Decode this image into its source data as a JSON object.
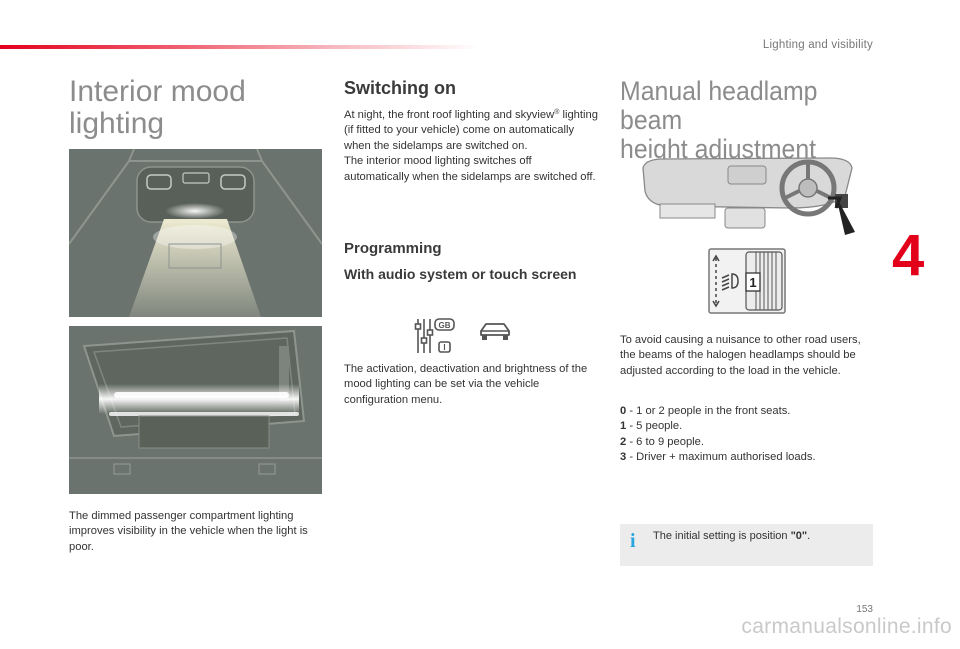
{
  "header": {
    "section_title": "Lighting and visibility",
    "chapter_number": "4"
  },
  "footer": {
    "page_number": "153",
    "watermark": "carmanualsonline.info"
  },
  "left_column": {
    "title_line1": "Interior mood",
    "title_line2": "lighting",
    "dimmed_text": "The dimmed passenger compartment lighting improves visibility in the vehicle when the light is poor."
  },
  "middle_column": {
    "switching_heading": "Switching on",
    "switching_text_a": "At night, the front roof lighting and skyview",
    "switching_reg": "®",
    "switching_text_b": " lighting (if fitted to your vehicle) come on automatically when the sidelamps are switched on.",
    "switching_text_c": "The interior mood lighting switches off automatically when the sidelamps are switched off.",
    "programming_heading": "Programming",
    "audio_heading": "With audio system or touch screen",
    "settings_icon_badge": "GB",
    "settings_icon_sub": "I",
    "activation_text": "The activation, deactivation and brightness of the mood lighting can be set via the vehicle configuration menu."
  },
  "right_column": {
    "title_line1": "Manual headlamp beam",
    "title_line2": "height adjustment",
    "wheel_label": "1",
    "avoid_text": "To avoid causing a nuisance to other road users, the beams of the halogen headlamps should be adjusted according to the load in the vehicle.",
    "positions": [
      {
        "num": "0",
        "text": " - 1 or 2 people in the front seats."
      },
      {
        "num": "1",
        "text": " - 5 people."
      },
      {
        "num": "2",
        "text": " - 6 to 9 people."
      },
      {
        "num": "3",
        "text": " - Driver + maximum authorised loads."
      }
    ],
    "info_icon": "i",
    "info_text_a": "The initial setting is position ",
    "info_text_b": "\"0\"",
    "info_text_c": "."
  },
  "colors": {
    "accent_red": "#e3001b",
    "info_blue": "#27a6e0",
    "title_grey": "#8c8c8c"
  }
}
